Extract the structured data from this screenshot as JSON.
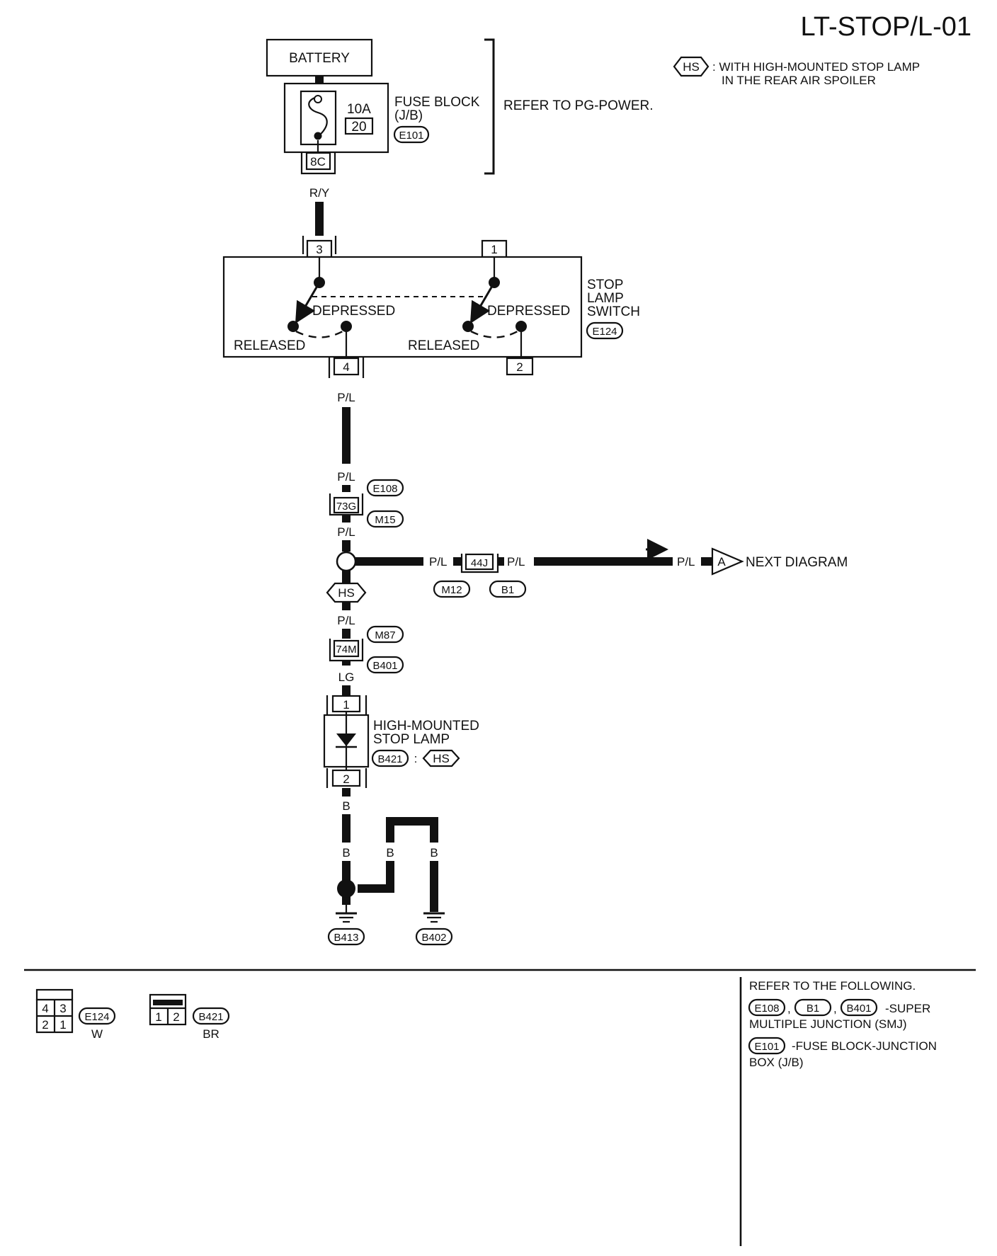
{
  "page_id": "LT-STOP/L-01",
  "legend": {
    "symbol": "HS",
    "line1": ": WITH HIGH-MOUNTED STOP LAMP",
    "line2": "IN THE REAR AIR SPOILER"
  },
  "battery": {
    "label": "BATTERY"
  },
  "fuse": {
    "amperage": "10A",
    "number": "20",
    "label_line1": "FUSE BLOCK",
    "label_line2": "(J/B)",
    "connector": "E101",
    "terminal": "8C"
  },
  "refer_power": "REFER TO PG-POWER.",
  "wires": {
    "ry": "R/Y",
    "pl": "P/L",
    "lg": "LG",
    "b": "B"
  },
  "stop_lamp_switch": {
    "label_line1": "STOP",
    "label_line2": "LAMP",
    "label_line3": "SWITCH",
    "connector": "E124",
    "terminal_top_left": "3",
    "terminal_top_right": "1",
    "terminal_bottom_left": "4",
    "terminal_bottom_right": "2",
    "depressed": "DEPRESSED",
    "released": "RELEASED"
  },
  "junction_1": {
    "terminal": "73G",
    "connector_top": "E108",
    "connector_bottom": "M15"
  },
  "junction_2": {
    "terminal": "44J",
    "connector_left": "M12",
    "connector_right": "B1"
  },
  "junction_3": {
    "terminal": "74M",
    "connector_top": "M87",
    "connector_bottom": "B401"
  },
  "next_diagram": {
    "symbol": "A",
    "label": "NEXT DIAGRAM"
  },
  "hs_tag": "HS",
  "high_mounted_stop_lamp": {
    "label_line1": "HIGH-MOUNTED",
    "label_line2": "STOP LAMP",
    "connector": "B421",
    "separator": ":",
    "option": "HS",
    "terminal_top": "1",
    "terminal_bottom": "2"
  },
  "grounds": {
    "left": "B413",
    "right": "B402"
  },
  "connector_views": [
    {
      "connector": "E124",
      "color": "W",
      "pins": [
        "4",
        "3",
        "2",
        "1"
      ]
    },
    {
      "connector": "B421",
      "color": "BR",
      "pins": [
        "1",
        "2"
      ]
    }
  ],
  "reference": {
    "heading": "REFER TO THE FOLLOWING.",
    "smj_connectors": [
      "E108",
      "B1",
      "B401"
    ],
    "comma": ",",
    "smj_line1": "-SUPER",
    "smj_line2": "MULTIPLE JUNCTION (SMJ)",
    "jb_connector": "E101",
    "jb_line1": "-FUSE BLOCK-JUNCTION",
    "jb_line2": "BOX (J/B)"
  }
}
